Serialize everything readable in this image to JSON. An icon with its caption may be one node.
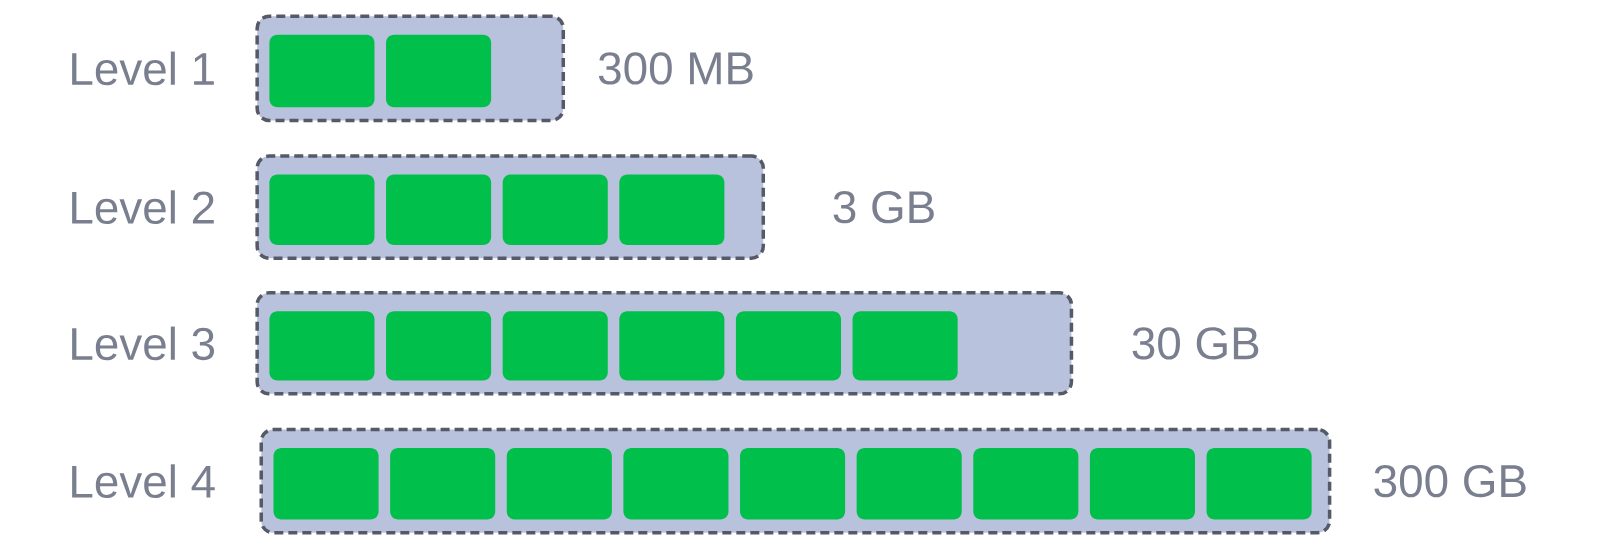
{
  "diagram": {
    "nodes": [
      {
        "text": [
          "Level 1"
        ],
        "beside": [
          "300 MB"
        ]
      },
      {
        "text": [],
        "shape": "box",
        "in": 0
      },
      {
        "text": [],
        "shape": "box",
        "in": 0
      },
      {
        "text": [
          "Level 2"
        ],
        "beside": [
          "3 GB"
        ]
      },
      {
        "text": [],
        "shape": "box",
        "in": 3
      },
      {
        "text": [],
        "shape": "box",
        "in": 3
      },
      {
        "text": [],
        "shape": "box",
        "in": 3
      },
      {
        "text": [],
        "shape": "box",
        "in": 3
      },
      {
        "text": [
          "Level 3"
        ],
        "beside": [
          "30 GB"
        ]
      },
      {
        "text": [],
        "shape": "box",
        "in": 8
      },
      {
        "text": [],
        "shape": "box",
        "in": 8
      },
      {
        "text": [],
        "shape": "box",
        "in": 8
      },
      {
        "text": [],
        "shape": "box",
        "in": 8
      },
      {
        "text": [],
        "shape": "box",
        "in": 8
      },
      {
        "text": [],
        "shape": "box",
        "in": 8
      },
      {
        "text": [
          "Level 4"
        ],
        "beside": [
          "300 GB"
        ]
      },
      {
        "text": [],
        "shape": "box",
        "in": 15
      },
      {
        "text": [],
        "shape": "box",
        "in": 15
      },
      {
        "text": [],
        "shape": "box",
        "in": 15
      },
      {
        "text": [],
        "shape": "box",
        "in": 15
      },
      {
        "text": [],
        "shape": "box",
        "in": 15
      },
      {
        "text": [],
        "shape": "box",
        "in": 15
      },
      {
        "text": [],
        "shape": "box",
        "in": 15
      },
      {
        "text": [],
        "shape": "box",
        "in": 15
      },
      {
        "text": [],
        "shape": "box",
        "in": 15
      }
    ]
  }
}
